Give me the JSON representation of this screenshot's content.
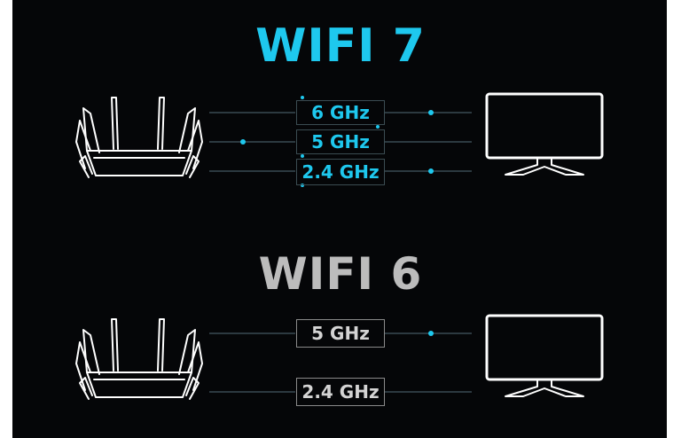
{
  "wifi7": {
    "title": "WIFI 7",
    "bands": [
      "6 GHz",
      "5 GHz",
      "2.4 GHz"
    ],
    "color": "#1ec8ee"
  },
  "wifi6": {
    "title": "WIFI 6",
    "bands": [
      "5 GHz",
      "2.4 GHz"
    ],
    "color": "#bcbcbc"
  },
  "icons": {
    "router": "router-icon",
    "monitor": "monitor-icon"
  }
}
